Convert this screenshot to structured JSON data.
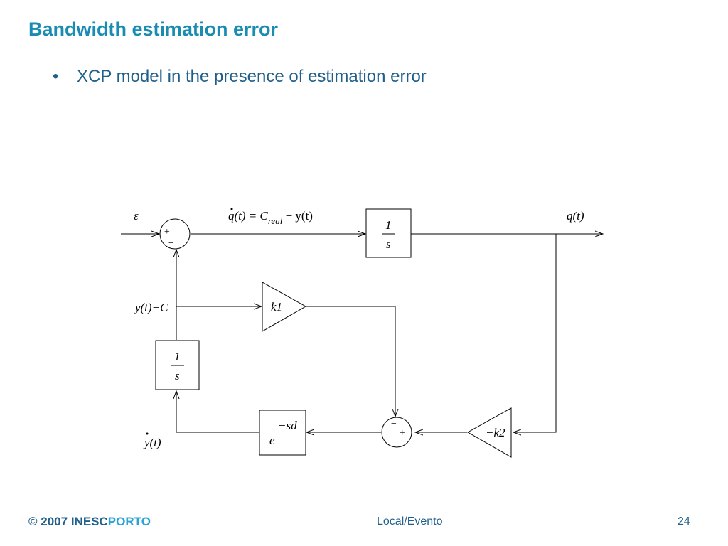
{
  "slide": {
    "title": "Bandwidth estimation error",
    "bullet": "XCP model in the presence of estimation error"
  },
  "diagram": {
    "labels": {
      "epsilon": "ε",
      "qdot_eq_lhs": "q(t) = C",
      "qdot_eq_sub": "real",
      "qdot_eq_rhs": " − y(t)",
      "q_out": "q(t)",
      "y_minus_c": "y(t)−C",
      "ydot": "y(t)"
    },
    "summer_top": {
      "plus": "+",
      "minus": "−"
    },
    "summer_bottom": {
      "minus": "−",
      "plus": "+"
    },
    "integrator_top": {
      "numerator": "1",
      "denominator": "s"
    },
    "integrator_left": {
      "numerator": "1",
      "denominator": "s"
    },
    "gain_k1": "k1",
    "gain_k2": "−k2",
    "delay": {
      "base": "e",
      "exponent": "−sd"
    }
  },
  "footer": {
    "copyright": "© 2007",
    "brand_part1": "INESC",
    "brand_part2": "PORTO",
    "event": "Local/Evento",
    "page_number": "24"
  },
  "colors": {
    "title": "#1a8cb2",
    "text": "#1f5f8a",
    "brand_accent": "#2aa3d6"
  }
}
